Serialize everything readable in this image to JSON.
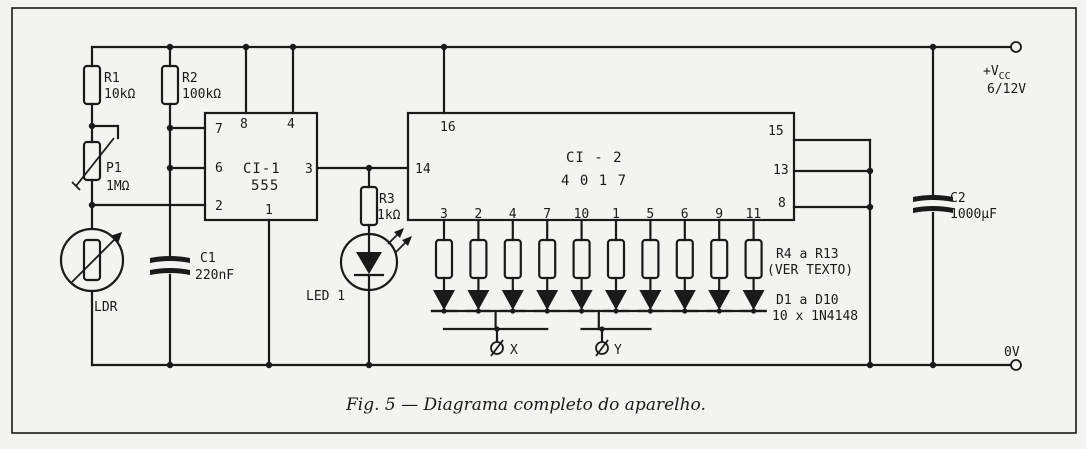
{
  "labels": {
    "r1_name": "R1",
    "r1_value": "10kΩ",
    "r2_name": "R2",
    "r2_value": "100kΩ",
    "p1_name": "P1",
    "p1_value": "1MΩ",
    "ldr": "LDR",
    "c1_name": "C1",
    "c1_value": "220nF",
    "ci1_name": "CI-1",
    "ci1_type": "555",
    "r3_name": "R3",
    "r3_value": "1kΩ",
    "led1": "LED 1",
    "ci2_name": "CI - 2",
    "ci2_type": "4 0 1 7",
    "c2_name": "C2",
    "c2_value": "1000µF",
    "vcc": "+V",
    "vcc_sub": "CC",
    "vcc_range": "6/12V",
    "zero_v": "0V",
    "r4_r13": "R4 a R13",
    "ver_texto": "(VER TEXTO)",
    "d1_d10": "D1 a D10",
    "diode_type": "10 x 1N4148",
    "x": "X",
    "y": "Y"
  },
  "ic1_pins": [
    "7",
    "8",
    "4",
    "6",
    "3",
    "2",
    "1"
  ],
  "ic2_top_pin": "16",
  "ic2_left_pin": "14",
  "ic2_right_pins": [
    "15",
    "13",
    "8"
  ],
  "ic2_output_pins": [
    "3",
    "2",
    "4",
    "7",
    "10",
    "1",
    "5",
    "6",
    "9",
    "11"
  ],
  "caption": "Fig. 5 — Diagrama completo do aparelho."
}
